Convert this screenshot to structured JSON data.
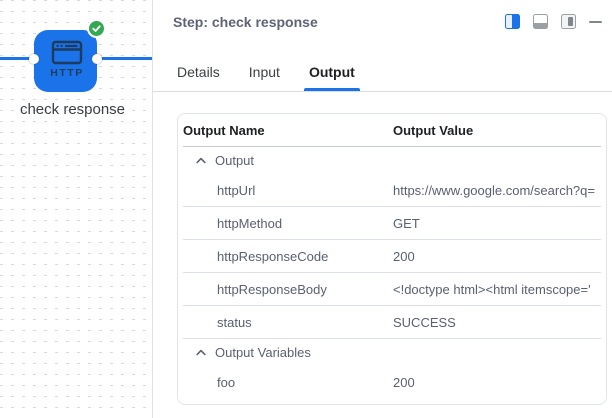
{
  "colors": {
    "accent_blue": "#1a73e8",
    "success_green": "#34a853",
    "node_icon_navy": "#1d3b5f",
    "row_text_slate": "#5a5f72"
  },
  "canvas": {
    "node": {
      "label": "check response",
      "icon_text": "HTTP",
      "status": "success"
    }
  },
  "panel": {
    "title": "Step: check response",
    "tabs": [
      {
        "label": "Details"
      },
      {
        "label": "Input"
      },
      {
        "label": "Output"
      }
    ],
    "active_tab": "Output",
    "table": {
      "columns": [
        "Output Name",
        "Output Value"
      ],
      "rows": [
        {
          "type": "section",
          "name": "Output",
          "value": ""
        },
        {
          "type": "data",
          "name": "httpUrl",
          "value": "https://www.google.com/search?q="
        },
        {
          "type": "data",
          "name": "httpMethod",
          "value": "GET"
        },
        {
          "type": "data",
          "name": "httpResponseCode",
          "value": "200"
        },
        {
          "type": "data",
          "name": "httpResponseBody",
          "value": "<!doctype html><html itemscope='"
        },
        {
          "type": "data",
          "name": "status",
          "value": "SUCCESS"
        },
        {
          "type": "section",
          "name": "Output Variables",
          "value": ""
        },
        {
          "type": "data",
          "name": "foo",
          "value": "200"
        }
      ]
    }
  }
}
